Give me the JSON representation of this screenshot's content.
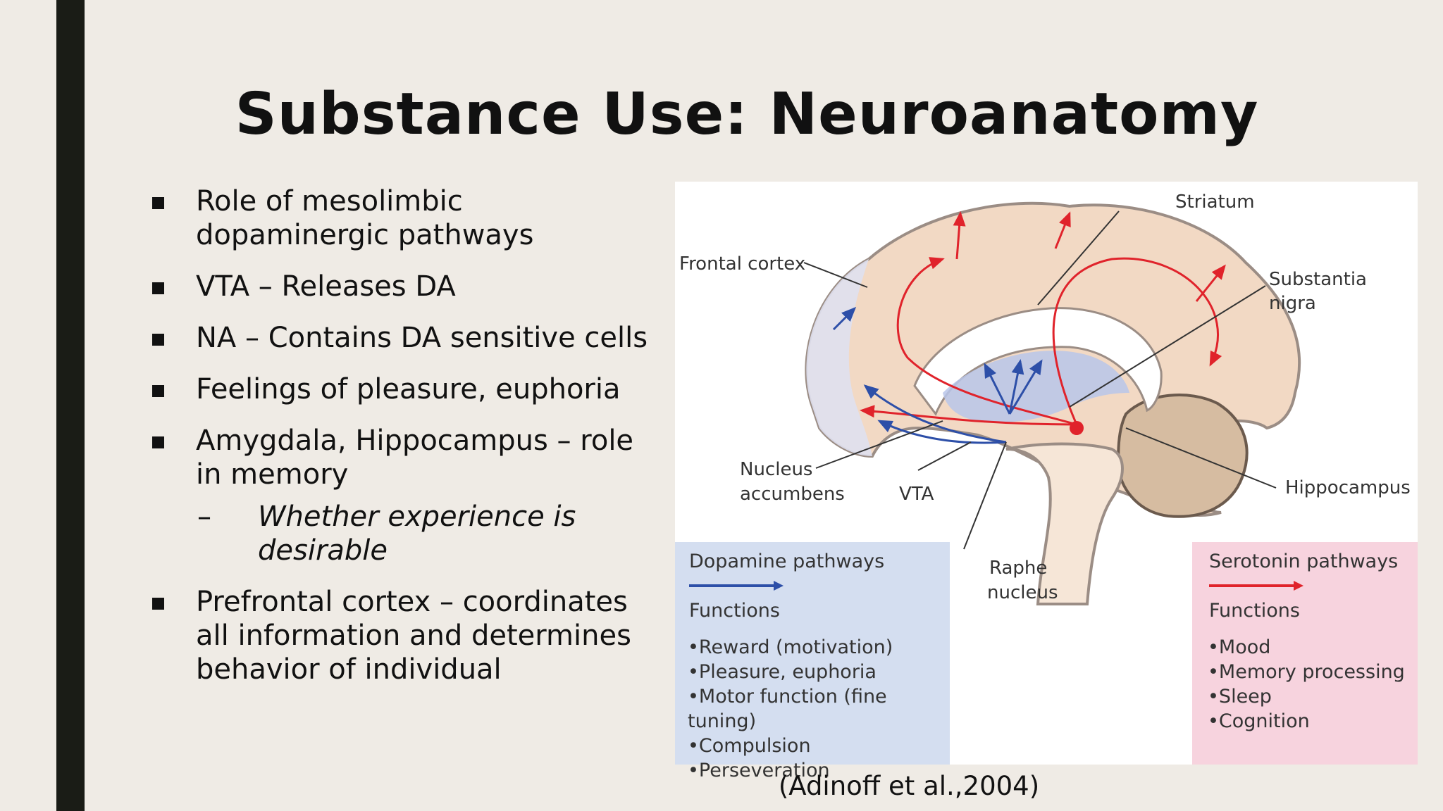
{
  "slide": {
    "title": "Substance Use: Neuroanatomy",
    "bullets": [
      {
        "text": "Role of mesolimbic dopaminergic pathways"
      },
      {
        "text": "VTA – Releases DA"
      },
      {
        "text": "NA – Contains DA sensitive cells"
      },
      {
        "text": "Feelings of pleasure, euphoria"
      },
      {
        "text": "Amygdala, Hippocampus – role in memory",
        "sub": "Whether experience is desirable"
      },
      {
        "text": "Prefrontal cortex – coordinates all information and determines behavior of individual"
      }
    ],
    "citation": "(Adinoff et al.,2004)"
  },
  "figure": {
    "labels": {
      "striatum": "Striatum",
      "frontal_cortex": "Frontal cortex",
      "substantia_nigra": "Substantia nigra",
      "nucleus_accumbens_1": "Nucleus",
      "nucleus_accumbens_2": "accumbens",
      "vta": "VTA",
      "hippocampus": "Hippocampus",
      "raphe_1": "Raphe",
      "raphe_2": "nucleus"
    },
    "dopamine": {
      "title": "Dopamine pathways",
      "functions_label": "Functions",
      "functions": [
        "•Reward (motivation)",
        "•Pleasure, euphoria",
        "•Motor function (fine tuning)",
        "•Compulsion",
        "•Perseveration"
      ],
      "color": "#2d4fa8",
      "box_color": "#d4def0"
    },
    "serotonin": {
      "title": "Serotonin pathways",
      "functions_label": "Functions",
      "functions": [
        "•Mood",
        "•Memory processing",
        "•Sleep",
        "•Cognition"
      ],
      "color": "#e0232b",
      "box_color": "#f7d3de"
    }
  },
  "colors": {
    "background": "#efebe5",
    "side_bar": "#1a1c16",
    "brain_fill": "#f2d9c4",
    "brain_stroke": "#9b8d85"
  }
}
